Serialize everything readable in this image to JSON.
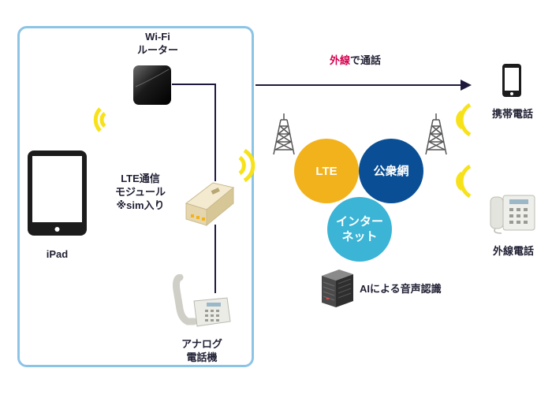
{
  "labels": {
    "wifi_router": "Wi-Fi\nルーター",
    "lte_module": "LTE通信\nモジュール\n※sim入り",
    "ipad": "iPad",
    "analog_phone": "アナログ\n電話機",
    "outgoing_prefix": "外線",
    "outgoing_suffix": "で通話",
    "mobile_phone": "携帯電話",
    "landline_phone": "外線電話",
    "ai_voice": "AIによる音声認識"
  },
  "networks": {
    "lte": "LTE",
    "public": "公衆網",
    "internet": "インター\nネット"
  },
  "colors": {
    "box_border": "#8cc4e6",
    "lte": "#f2b21b",
    "public": "#0a4f95",
    "internet": "#3bb4d6",
    "signal": "#f7e21a",
    "accent_red": "#d6004f",
    "line": "#1f1a3d"
  },
  "icons": [
    "router-icon",
    "tablet-icon",
    "lte-module-icon",
    "analog-phone-icon",
    "antenna-tower-icon",
    "smartphone-icon",
    "desk-phone-icon",
    "server-icon",
    "wifi-signal-icon"
  ]
}
